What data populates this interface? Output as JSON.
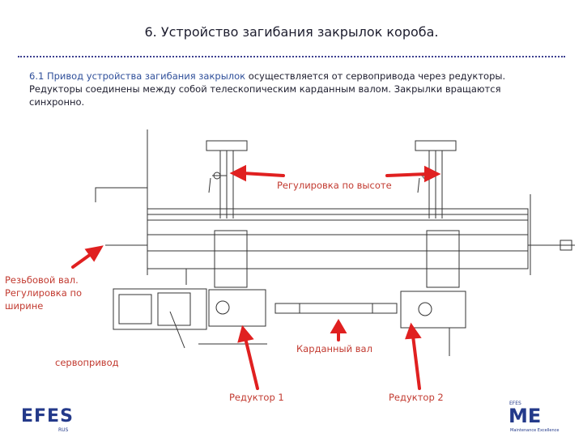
{
  "title": "6. Устройство загибания закрылок короба.",
  "description": {
    "highlight": "6.1 Привод устройства загибания закрылок",
    "line1_rest": " осуществляется от сервопривода через редукторы.",
    "line2": "Редукторы соединены между собой телескопическим карданным валом. Закрылки вращаются",
    "line3": "синхронно."
  },
  "labels": {
    "height_adjust": "Регулировка по высоте",
    "threaded_shaft_1": "Резьбовой вал.",
    "threaded_shaft_2": "Регулировка по",
    "threaded_shaft_3": "ширине",
    "cardan_shaft": "Карданный вал",
    "servo": "сервопривод",
    "gearbox1": "Редуктор 1",
    "gearbox2": "Редуктор 2"
  },
  "logos": {
    "left_main": "EFES",
    "left_sub": "RUS",
    "right_small": "EFES",
    "right_main": "ME",
    "right_sub": "Maintenance Excellence"
  },
  "colors": {
    "arrow": "#e02020",
    "label_red": "#c23a30",
    "title": "#1d1d2e",
    "logo": "#243a8a"
  }
}
